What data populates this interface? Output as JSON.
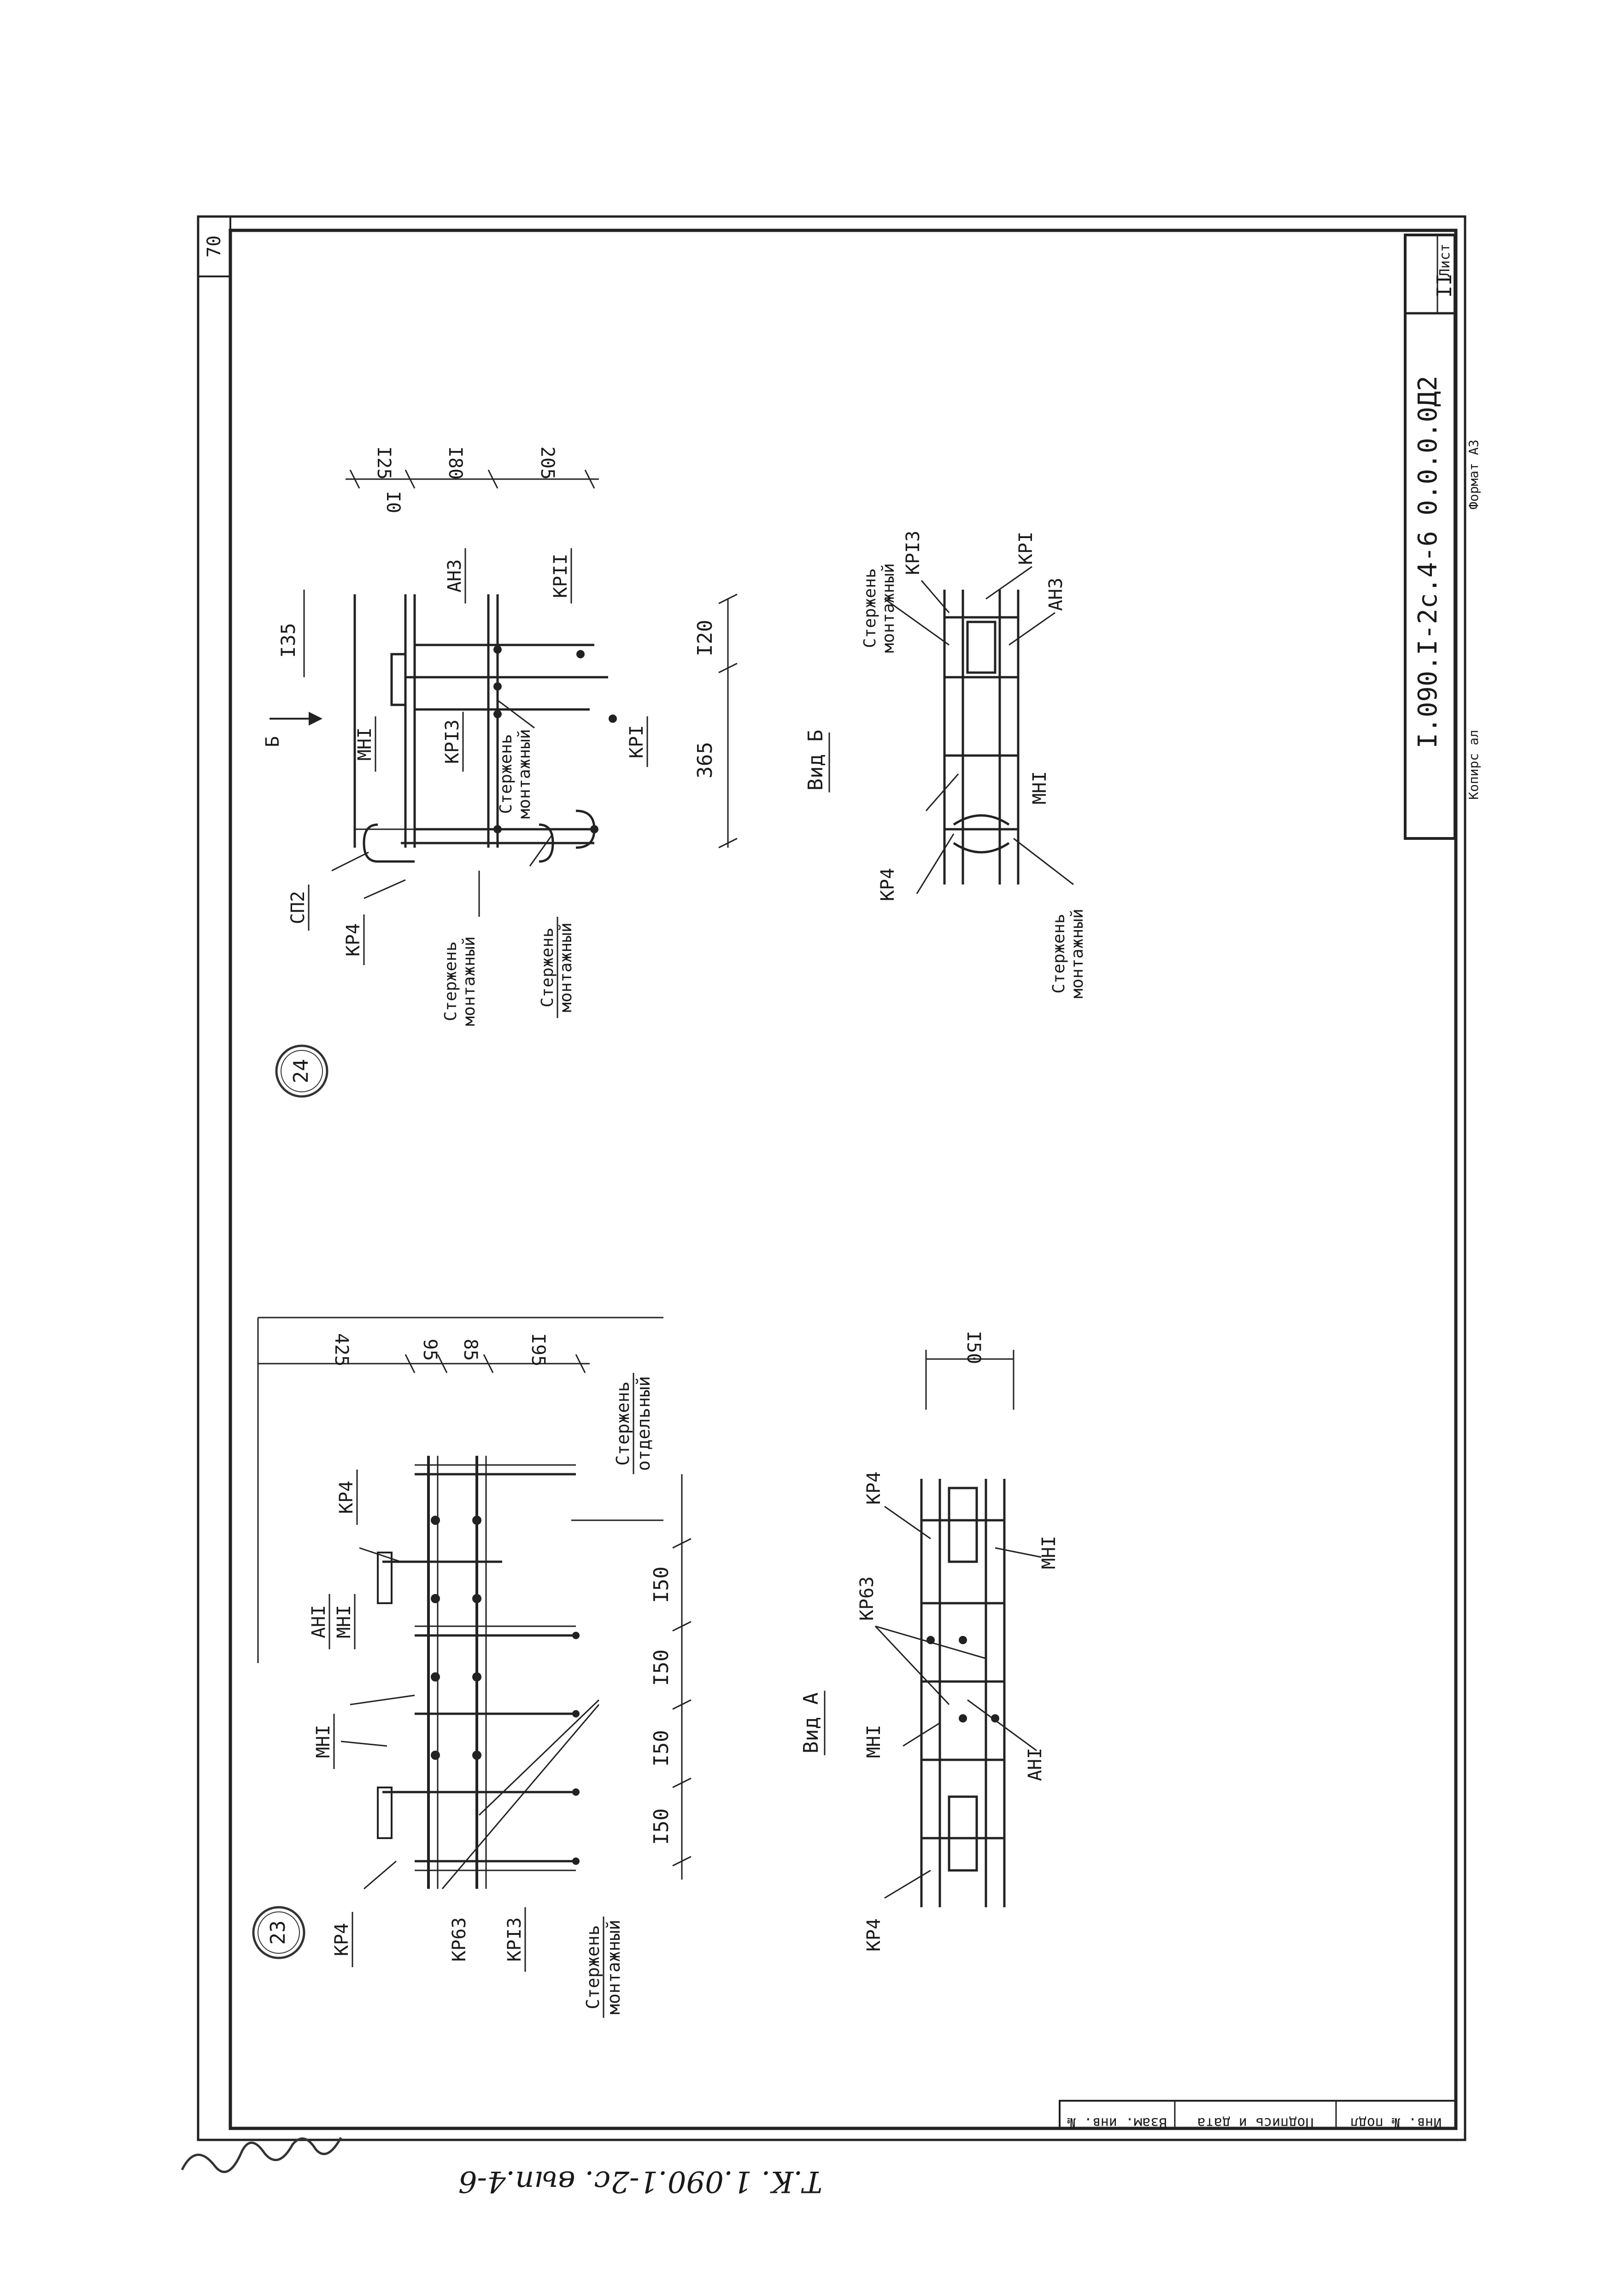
{
  "sheet": {
    "page_number": "70",
    "sheet_label": "Лист",
    "sheet_number": "II",
    "designation": "I.090.I-2с.4-6 0.0.0.0Д2",
    "copied_by": "Копирс ал",
    "format": "Формат А3",
    "stamp": {
      "inv_no": "Инв. № подл",
      "signature_date": "Подпись и дата",
      "replaces_inv": "Взам. инв. №"
    },
    "bottom_note": "Т.К. 1.090.1-2с. вып.4-6"
  },
  "node23": {
    "badge": "23",
    "labels": {
      "kr4_a": "КР4",
      "mn1_a": "МНI",
      "kr63": "КР63",
      "kr13": "КРI3",
      "rod_mount": [
        "Стержень",
        "монтажный"
      ],
      "an1": "АНI",
      "mn1_b": "МНI",
      "kr4_b": "КР4",
      "rod_single": [
        "Стержень",
        "отдельный"
      ]
    },
    "dims_bottom": [
      "I50",
      "I50",
      "I50",
      "I50"
    ],
    "dims_right": [
      "425",
      "95",
      "85",
      "I95"
    ],
    "view_a": {
      "title": "Вид А",
      "labels": {
        "kr4_a": "КР4",
        "mn1": "МНI",
        "kr63": "КР63",
        "an1": "АНI",
        "kr4_b": "КР4",
        "mn1_b": "МНI"
      },
      "dim": "I50"
    }
  },
  "node24": {
    "badge": "24",
    "arrow_label": "Б",
    "labels": {
      "sp2": "СП2",
      "kr4": "КР4",
      "rod_mount_a": [
        "Стержень",
        "монтажный"
      ],
      "rod_mount_b": [
        "Стержень",
        "монтажный"
      ],
      "mn1": "МНI",
      "kr13": "КРI3",
      "rod_mount_c": [
        "Стержень",
        "монтажный"
      ],
      "kr1": "КРI",
      "an3": "АН3",
      "kr11": "КРII"
    },
    "dims_bottom": [
      "365",
      "I20"
    ],
    "dim_top": "I35",
    "dims_right": [
      "I25",
      "I0",
      "I80",
      "205"
    ],
    "view_b": {
      "title": "Вид Б",
      "labels": {
        "kr4": "КР4",
        "mn1": "МНI",
        "rod_mount_a": [
          "Стержень",
          "монтажный"
        ],
        "rod_mount_b": [
          "Стержень",
          "монтажный"
        ],
        "kr13": "КРI3",
        "kr1": "КРI",
        "an3": "АН3"
      }
    }
  }
}
